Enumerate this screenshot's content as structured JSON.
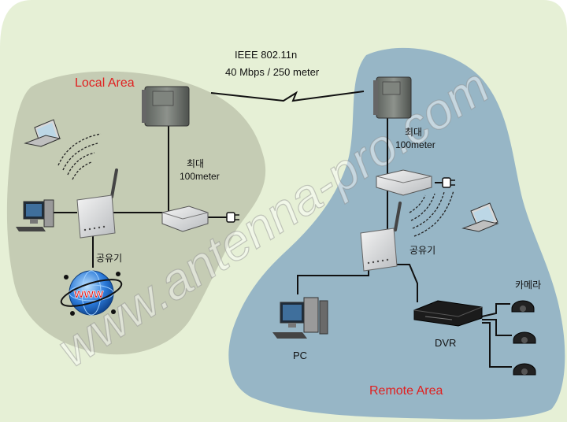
{
  "link": {
    "standard": "IEEE 802.11n",
    "spec": "40 Mbps / 250 meter"
  },
  "local_area": {
    "title": "Local Area",
    "cable_label_line1": "최대",
    "cable_label_line2": "100meter",
    "router_label": "공유기",
    "internet_label": "www"
  },
  "remote_area": {
    "title": "Remote Area",
    "cable_label_line1": "최대",
    "cable_label_line2": "100meter",
    "router_label": "공유기",
    "pc_label": "PC",
    "dvr_label": "DVR",
    "camera_label": "카메라"
  },
  "watermark": "www.antenna-pro.com",
  "colors": {
    "outer_bg": "#e6f0d6",
    "local_blob": "#c5ccb4",
    "remote_blob": "#97b6c6",
    "area_title": "#e02020",
    "text": "#111111"
  }
}
